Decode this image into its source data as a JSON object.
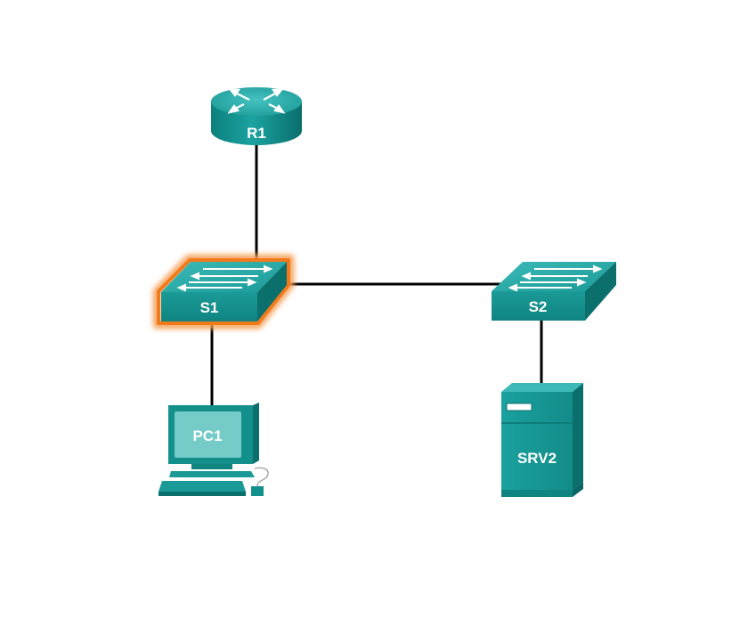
{
  "diagram": {
    "devices": [
      {
        "id": "r1",
        "type": "router",
        "label": "R1"
      },
      {
        "id": "s1",
        "type": "switch",
        "label": "S1",
        "highlighted": true
      },
      {
        "id": "s2",
        "type": "switch",
        "label": "S2"
      },
      {
        "id": "pc1",
        "type": "pc",
        "label": "PC1"
      },
      {
        "id": "srv2",
        "type": "server",
        "label": "SRV2"
      }
    ],
    "links": [
      {
        "from": "R1",
        "to": "S1"
      },
      {
        "from": "S1",
        "to": "S2"
      },
      {
        "from": "S1",
        "to": "PC1"
      },
      {
        "from": "S2",
        "to": "SRV2"
      }
    ],
    "colors": {
      "device_top": "#2ea8a6",
      "device_front": "#138f8c",
      "device_dark": "#0b6f6c",
      "highlight": "#f27a1a",
      "link": "#000000"
    }
  }
}
